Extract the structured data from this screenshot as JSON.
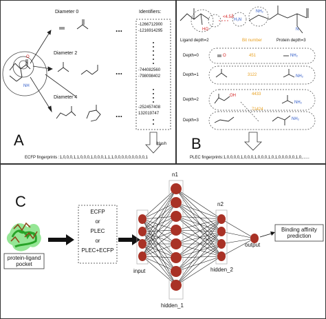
{
  "panel_a": {
    "label": "A",
    "diameter_0": "Diameter 0",
    "diameter_2": "Diameter 2",
    "diameter_4": "Diameter 4",
    "identifiers_title": "Identifiers:",
    "identifiers": [
      "-1266712900",
      "-1216914295",
      "-744082560",
      "-798098402",
      "-252457408",
      "132019747"
    ],
    "ellipsis": "...",
    "hash_label": "Hash",
    "fingerprint_text": "ECFP fingerprints :1,0,0,0,1,1,0,0,0,1,0,0,0,1,1,1,0,0,0,0,0,0,0,0,0,1"
  },
  "panel_b": {
    "label": "B",
    "distance": "<4.5Å",
    "ligand_depth": "Ligand depth=2",
    "bit_number": "Bit number",
    "protein_depth": "Protein depth=3",
    "depths": [
      "Depth=0",
      "Depth=1",
      "Depth=2",
      "Depth=3"
    ],
    "bits": [
      "451",
      "3122",
      "4433",
      "71424"
    ],
    "fingerprint_text": "PLEC fingerprints:1,0,0,0,0,1,0,0,0,1,0,0,0,1,0,1,0,0,0,0,0,1,0,......",
    "atom_labels": {
      "ho": "HO",
      "h3n": "H₃N",
      "nh2": "NH₂",
      "oh": "OH",
      "n": "N",
      "o": "O",
      "h": "H"
    }
  },
  "panel_c": {
    "label": "C",
    "pocket_label": "protein-ligand\npocket",
    "input_options": [
      "ECFP",
      "or",
      "PLEC",
      "or",
      "PLEC+ECFP"
    ],
    "input_label": "input",
    "n1_label": "n1",
    "n2_label": "n2",
    "hidden1_label": "hidden_1",
    "hidden2_label": "hidden_2",
    "output_label": "output",
    "prediction_label": "Binding affinity\nprediction"
  },
  "colors": {
    "neuron": "#a93226",
    "protein_green": "#3ed13e",
    "ligand_brown": "#8b4a1a",
    "bit_orange": "#e8a020",
    "blue_text": "#2a56c6",
    "red_text": "#d42020"
  }
}
